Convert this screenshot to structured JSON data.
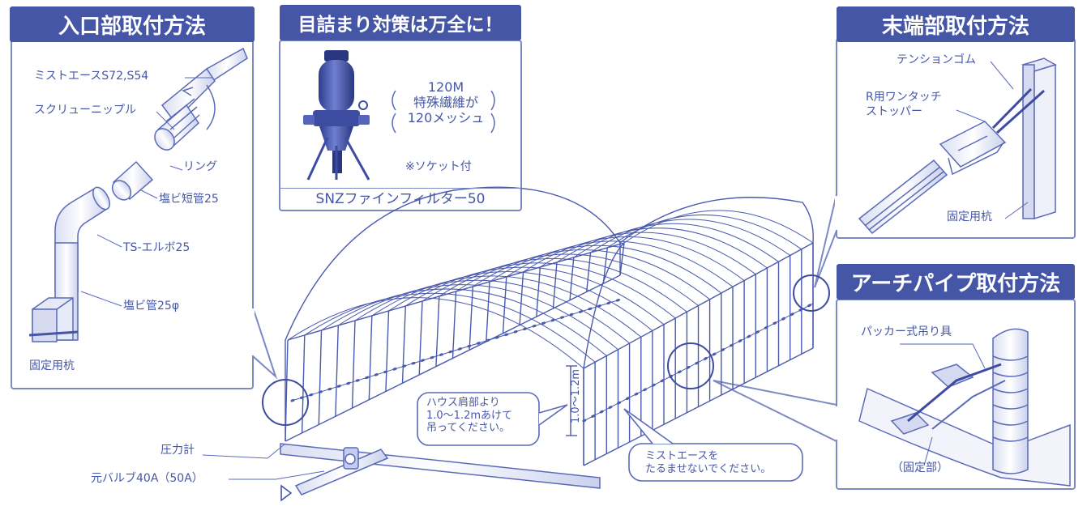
{
  "panels": {
    "entrance": {
      "title": "入口部取付方法",
      "labels": {
        "mist": "ミストエースS72,S54",
        "screw": "スクリューニップル",
        "ring": "リング",
        "short_pipe": "塩ビ短管25",
        "elbow": "TS-エルボ25",
        "pipe": "塩ビ管25φ",
        "stake": "固定用杭"
      }
    },
    "filter": {
      "title": "目詰まり対策は万全に！",
      "spec_lines": [
        "120M",
        "特殊繊維が",
        "120メッシュ"
      ],
      "socket": "※ソケット付",
      "product": "SNZファインフィルター50"
    },
    "end": {
      "title": "末端部取付方法",
      "labels": {
        "tension": "テンションゴム",
        "stopper_1": "R用ワンタッチ",
        "stopper_2": "ストッパー",
        "stake": "固定用杭"
      }
    },
    "arch": {
      "title": "アーチパイプ取付方法",
      "labels": {
        "packer": "パッカー式吊り具",
        "fixed": "（固定部）"
      }
    }
  },
  "house": {
    "height_dim": "1.0～1.2m",
    "note1_lines": [
      "ハウス肩部より",
      "1.0～1.2mあけて",
      "吊ってください。"
    ],
    "note2_lines": [
      "ミストエースを",
      "たるませないでください。"
    ],
    "gauge": "圧力計",
    "valve": "元バルブ40A（50A）"
  },
  "colors": {
    "accent": "#4656a7",
    "line": "#5a6ab8"
  }
}
